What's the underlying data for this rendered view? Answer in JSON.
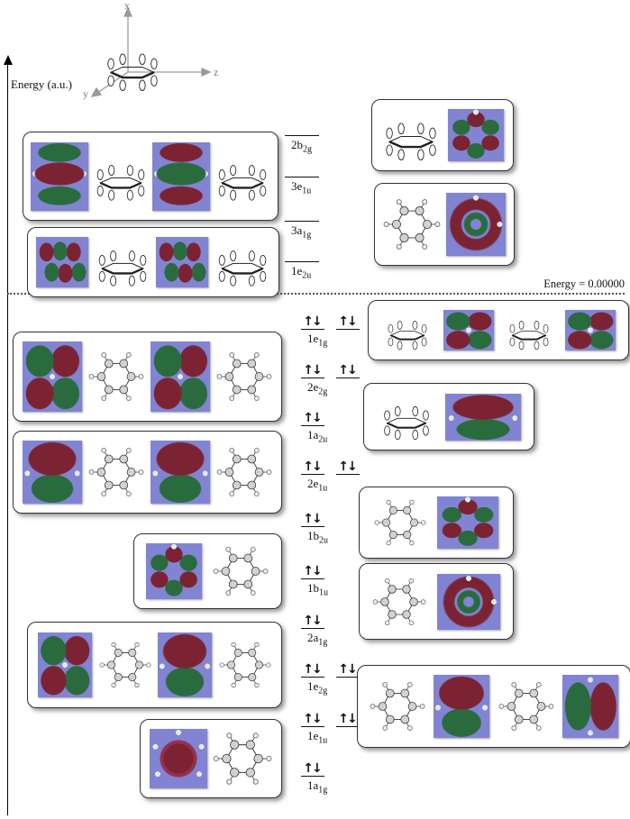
{
  "axis": {
    "energy_label": "Energy (a.u.)",
    "zero_energy_label": "Energy = 0.00000"
  },
  "coords": {
    "x": "x",
    "y": "y",
    "z": "z"
  },
  "symbols": {
    "electron_pair": "↑↓"
  },
  "levels": [
    {
      "label": "2b2g",
      "main": "2b",
      "sub": "2g",
      "occupied": false,
      "degenerate": false
    },
    {
      "label": "3e1u",
      "main": "3e",
      "sub": "1u",
      "occupied": false,
      "degenerate": true
    },
    {
      "label": "3a1g",
      "main": "3a",
      "sub": "1g",
      "occupied": false,
      "degenerate": false
    },
    {
      "label": "1e2u",
      "main": "1e",
      "sub": "2u",
      "occupied": false,
      "degenerate": true
    },
    {
      "label": "1e1g",
      "main": "1e",
      "sub": "1g",
      "occupied": true,
      "degenerate": true
    },
    {
      "label": "2e2g",
      "main": "2e",
      "sub": "2g",
      "occupied": true,
      "degenerate": true
    },
    {
      "label": "1a2u",
      "main": "1a",
      "sub": "2u",
      "occupied": true,
      "degenerate": false
    },
    {
      "label": "2e1u",
      "main": "2e",
      "sub": "1u",
      "occupied": true,
      "degenerate": true
    },
    {
      "label": "1b2u",
      "main": "1b",
      "sub": "2u",
      "occupied": true,
      "degenerate": false
    },
    {
      "label": "1b1u",
      "main": "1b",
      "sub": "1u",
      "occupied": true,
      "degenerate": false
    },
    {
      "label": "2a1g",
      "main": "2a",
      "sub": "1g",
      "occupied": true,
      "degenerate": false
    },
    {
      "label": "1e2g",
      "main": "1e",
      "sub": "2g",
      "occupied": true,
      "degenerate": true
    },
    {
      "label": "1e1u",
      "main": "1e",
      "sub": "1u",
      "occupied": true,
      "degenerate": true
    },
    {
      "label": "1a1g",
      "main": "1a",
      "sub": "1g",
      "occupied": true,
      "degenerate": false
    }
  ],
  "orbital_boxes": [
    {
      "level": "3e1u",
      "tiles": [
        "isosurface",
        "schematic-side",
        "isosurface",
        "schematic-side"
      ]
    },
    {
      "level": "1e2u",
      "tiles": [
        "isosurface",
        "schematic-side",
        "isosurface",
        "schematic-side"
      ]
    },
    {
      "level": "2b2g",
      "tiles": [
        "schematic-side",
        "isosurface"
      ]
    },
    {
      "level": "3a1g",
      "tiles": [
        "schematic-top",
        "isosurface"
      ]
    },
    {
      "level": "1e1g",
      "tiles": [
        "schematic-side",
        "isosurface",
        "schematic-side",
        "isosurface"
      ]
    },
    {
      "level": "2e2g",
      "tiles": [
        "isosurface",
        "schematic-top",
        "isosurface",
        "schematic-top"
      ]
    },
    {
      "level": "1a2u",
      "tiles": [
        "schematic-side",
        "isosurface"
      ]
    },
    {
      "level": "2e1u",
      "tiles": [
        "isosurface",
        "schematic-top",
        "isosurface",
        "schematic-top"
      ]
    },
    {
      "level": "1b2u",
      "tiles": [
        "schematic-top",
        "isosurface"
      ]
    },
    {
      "level": "1b1u",
      "tiles": [
        "isosurface",
        "schematic-top"
      ]
    },
    {
      "level": "2a1g",
      "tiles": [
        "schematic-top",
        "isosurface"
      ]
    },
    {
      "level": "1e2g",
      "tiles": [
        "isosurface",
        "schematic-top",
        "isosurface",
        "schematic-top"
      ]
    },
    {
      "level": "1e1u",
      "tiles": [
        "schematic-top",
        "isosurface",
        "schematic-top",
        "isosurface"
      ]
    },
    {
      "level": "1a1g",
      "tiles": [
        "isosurface",
        "schematic-top"
      ]
    }
  ],
  "colors": {
    "isosurface_background": "#8184d2",
    "lobe_positive": "#7c2333",
    "lobe_negative": "#2a6b3d"
  }
}
